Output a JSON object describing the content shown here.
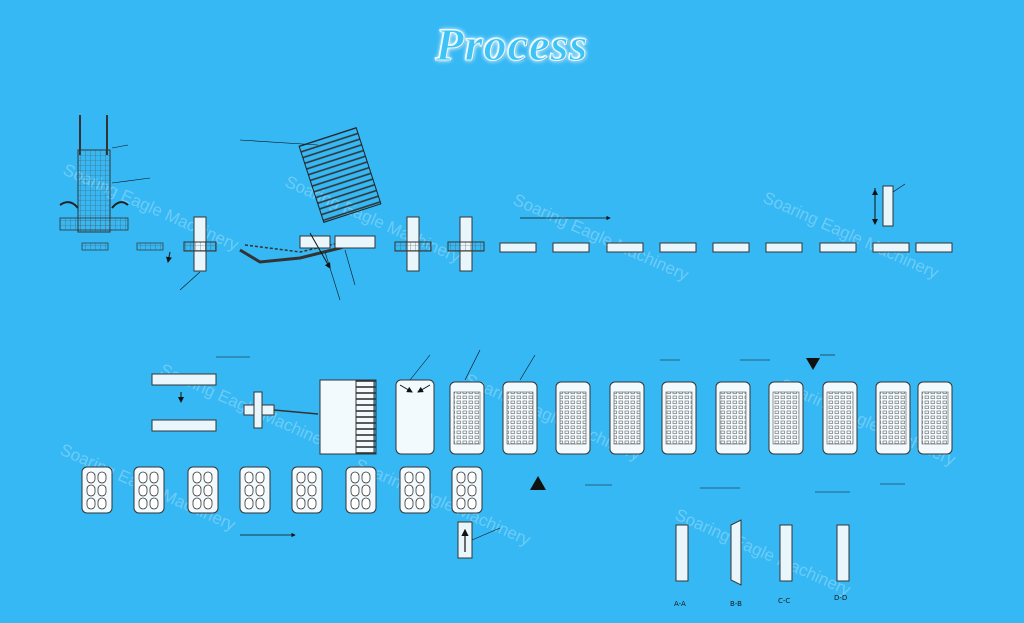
{
  "title": "Process",
  "watermark": "Soaring Eagle Machinery",
  "sections": {
    "line1_labels": [
      "",
      "",
      "",
      "",
      "",
      "",
      "",
      "",
      "",
      ""
    ],
    "section_labels": [
      "A-A",
      "B-B",
      "C-C",
      "D-D"
    ]
  }
}
